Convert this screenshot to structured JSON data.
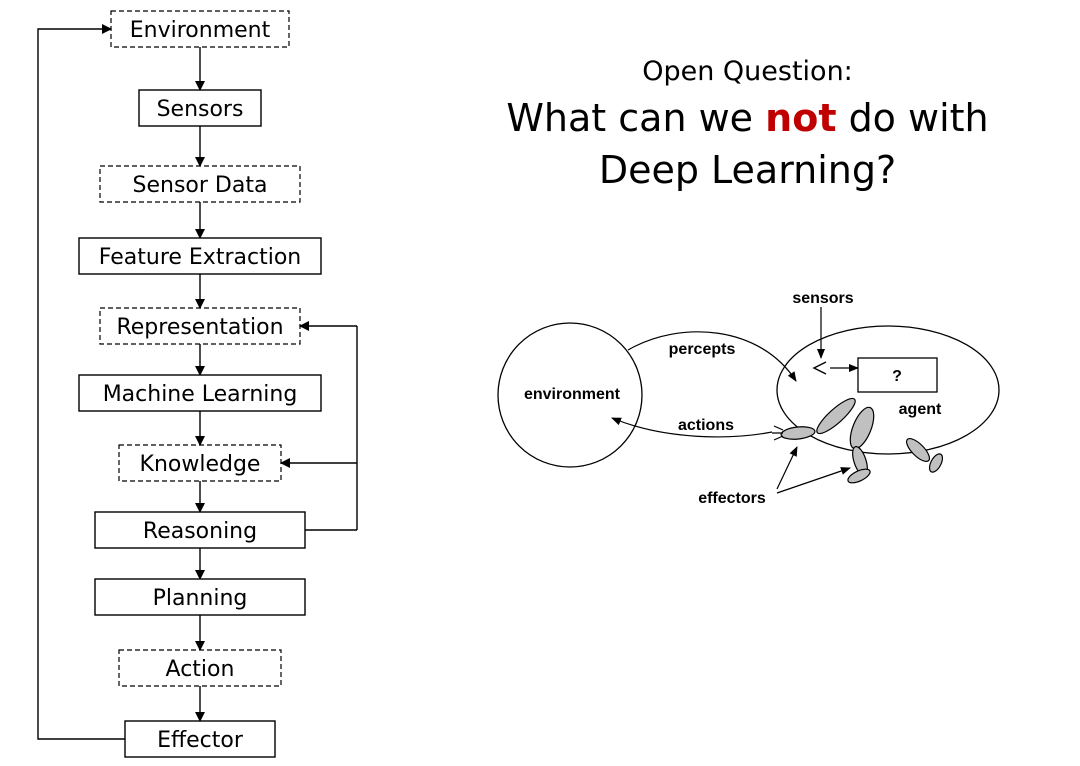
{
  "flowchart": {
    "boxes": [
      {
        "label": "Environment",
        "style": "dashed"
      },
      {
        "label": "Sensors",
        "style": "solid"
      },
      {
        "label": "Sensor Data",
        "style": "dashed"
      },
      {
        "label": "Feature Extraction",
        "style": "solid"
      },
      {
        "label": "Representation",
        "style": "dashed"
      },
      {
        "label": "Machine Learning",
        "style": "solid"
      },
      {
        "label": "Knowledge",
        "style": "dashed"
      },
      {
        "label": "Reasoning",
        "style": "solid"
      },
      {
        "label": "Planning",
        "style": "solid"
      },
      {
        "label": "Action",
        "style": "dashed"
      },
      {
        "label": "Effector",
        "style": "solid"
      }
    ]
  },
  "question": {
    "subtitle": "Open Question:",
    "line1_before": "What can we ",
    "line1_emph": "not",
    "line1_after": " do with",
    "line2": "Deep Learning?",
    "emph_color": "#c00000"
  },
  "agent_diagram": {
    "environment_label": "environment",
    "sensors_label": "sensors",
    "percepts_label": "percepts",
    "actions_label": "actions",
    "agent_label": "agent",
    "unknown_label": "?",
    "effectors_label": "effectors",
    "limb_color": "#c0c0c0"
  }
}
